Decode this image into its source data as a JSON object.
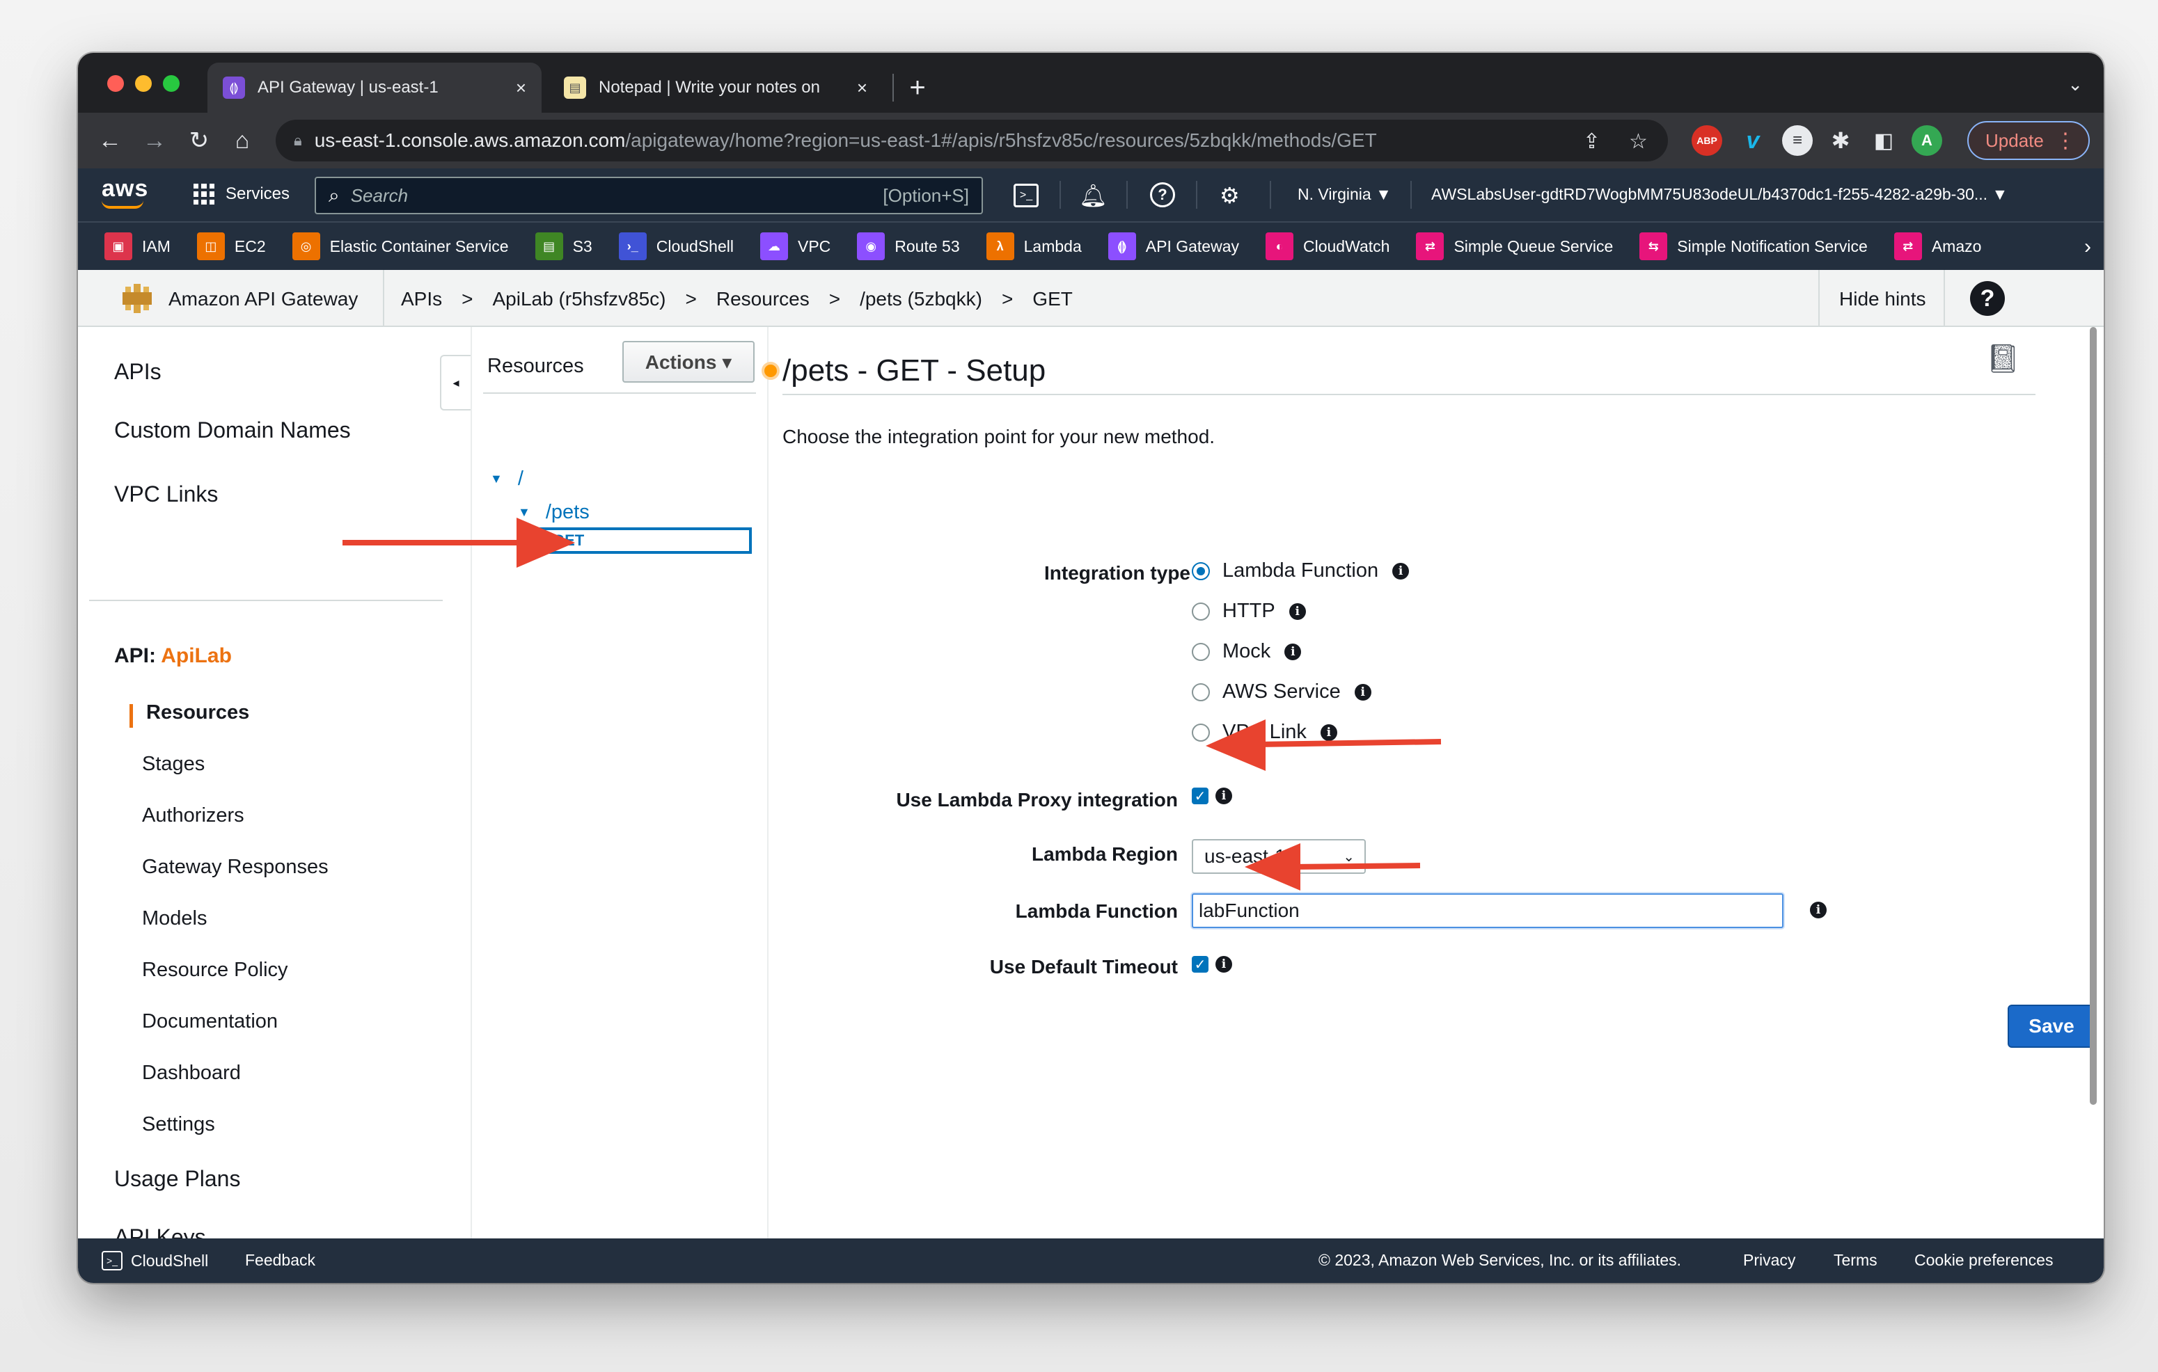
{
  "browser": {
    "tabs": [
      {
        "title": "API Gateway | us-east-1",
        "close": "×"
      },
      {
        "title": "Notepad | Write your notes on",
        "close": "×"
      }
    ],
    "new_tab": "+",
    "url_host": "us-east-1.console.aws.amazon.com",
    "url_path": "/apigateway/home?region=us-east-1#/apis/r5hsfzv85c/resources/5zbqkk/methods/GET",
    "extensions": {
      "abp": "ABP",
      "profile": "A"
    },
    "update_label": "Update"
  },
  "aws_nav": {
    "logo": "aws",
    "services": "Services",
    "search_placeholder": "Search",
    "search_shortcut": "[Option+S]",
    "region": "N. Virginia ▼",
    "account": "AWSLabsUser-gdtRD7WogbMM75U83odeUL/b4370dc1-f255-4282-a29b-30... ▼"
  },
  "favorites": [
    {
      "label": "IAM",
      "color": "#dd344c"
    },
    {
      "label": "EC2",
      "color": "#ed7100"
    },
    {
      "label": "Elastic Container Service",
      "color": "#ed7100"
    },
    {
      "label": "S3",
      "color": "#3f8624"
    },
    {
      "label": "CloudShell",
      "color": "#4053d6"
    },
    {
      "label": "VPC",
      "color": "#8c4fff"
    },
    {
      "label": "Route 53",
      "color": "#8c4fff"
    },
    {
      "label": "Lambda",
      "color": "#ed7100"
    },
    {
      "label": "API Gateway",
      "color": "#8c4fff"
    },
    {
      "label": "CloudWatch",
      "color": "#e7157b"
    },
    {
      "label": "Simple Queue Service",
      "color": "#e7157b"
    },
    {
      "label": "Simple Notification Service",
      "color": "#e7157b"
    },
    {
      "label": "Amazo",
      "color": "#e7157b"
    }
  ],
  "breadcrumb": {
    "service": "Amazon API Gateway",
    "items": [
      "APIs",
      ">",
      "ApiLab (r5hsfzv85c)",
      ">",
      "Resources",
      ">",
      "/pets (5zbqkk)",
      ">",
      "GET"
    ],
    "hide_hints": "Hide hints",
    "help": "?"
  },
  "sidebar": {
    "top_items": [
      "APIs",
      "Custom Domain Names",
      "VPC Links"
    ],
    "api_prefix": "API:",
    "api_name": "ApiLab",
    "sub_items": [
      "Resources",
      "Stages",
      "Authorizers",
      "Gateway Responses",
      "Models",
      "Resource Policy",
      "Documentation",
      "Dashboard",
      "Settings"
    ],
    "bottom_items": [
      "Usage Plans",
      "API Keys"
    ]
  },
  "tree": {
    "title": "Resources",
    "actions": "Actions ▾",
    "root": "/",
    "pets": "/pets",
    "get": "GET"
  },
  "setup": {
    "title": "/pets - GET - Setup",
    "intro": "Choose the integration point for your new method.",
    "integration_label": "Integration type",
    "integration_options": [
      "Lambda Function",
      "HTTP",
      "Mock",
      "AWS Service",
      "VPC Link"
    ],
    "integration_selected": "Lambda Function",
    "proxy_label": "Use Lambda Proxy integration",
    "region_label": "Lambda Region",
    "region_value": "us-east-1",
    "function_label": "Lambda Function",
    "function_value": "labFunction",
    "timeout_label": "Use Default Timeout",
    "save": "Save",
    "info_glyph": "i"
  },
  "footer": {
    "cloudshell": "CloudShell",
    "feedback": "Feedback",
    "copyright": "© 2023, Amazon Web Services, Inc. or its affiliates.",
    "privacy": "Privacy",
    "terms": "Terms",
    "cookies": "Cookie preferences"
  },
  "colors": {
    "annotation_arrow": "#e8432f",
    "aws_orange": "#ec7211",
    "link_blue": "#0073bb",
    "save_blue": "#1b6ac9"
  }
}
